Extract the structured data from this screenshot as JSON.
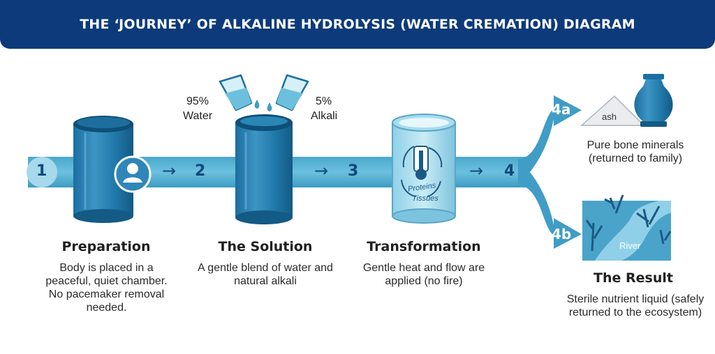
{
  "header": {
    "title": "THE ‘JOURNEY’ OF ALKALINE HYDROLYSIS (WATER CREMATION) DIAGRAM"
  },
  "steps": [
    {
      "number": "1",
      "title": "Preparation",
      "description": "Body is placed in a peaceful, quiet chamber. No pacemaker removal needed."
    },
    {
      "number": "2",
      "title": "The Solution",
      "description": "A gentle blend of water and natural alkali"
    },
    {
      "number": "3",
      "title": "Transformation",
      "description": "Gentle heat and flow are applied (no fire)"
    },
    {
      "number": "4"
    }
  ],
  "arrow_glyph": "→",
  "solution": {
    "water_percent": "95%",
    "water_label": "Water",
    "alkali_percent": "5%",
    "alkali_label": "Alkali"
  },
  "chamber_label": {
    "line1": "Proteins",
    "line2": "Tissues"
  },
  "branches": {
    "a": {
      "label": "4a",
      "icon_text": "ash",
      "description": "Pure bone minerals (returned to family)"
    },
    "b": {
      "label": "4b",
      "icon_text": "River",
      "title": "The Result",
      "description": "Sterile nutrient liquid (safely returned to the ecosystem)"
    }
  },
  "colors": {
    "header_bg": "#0d3a7a",
    "pipe": "#5fb3d3",
    "tank_dark": "#1a6d9e",
    "tank_light": "#7cc4e0",
    "accent": "#0e4a7c"
  }
}
